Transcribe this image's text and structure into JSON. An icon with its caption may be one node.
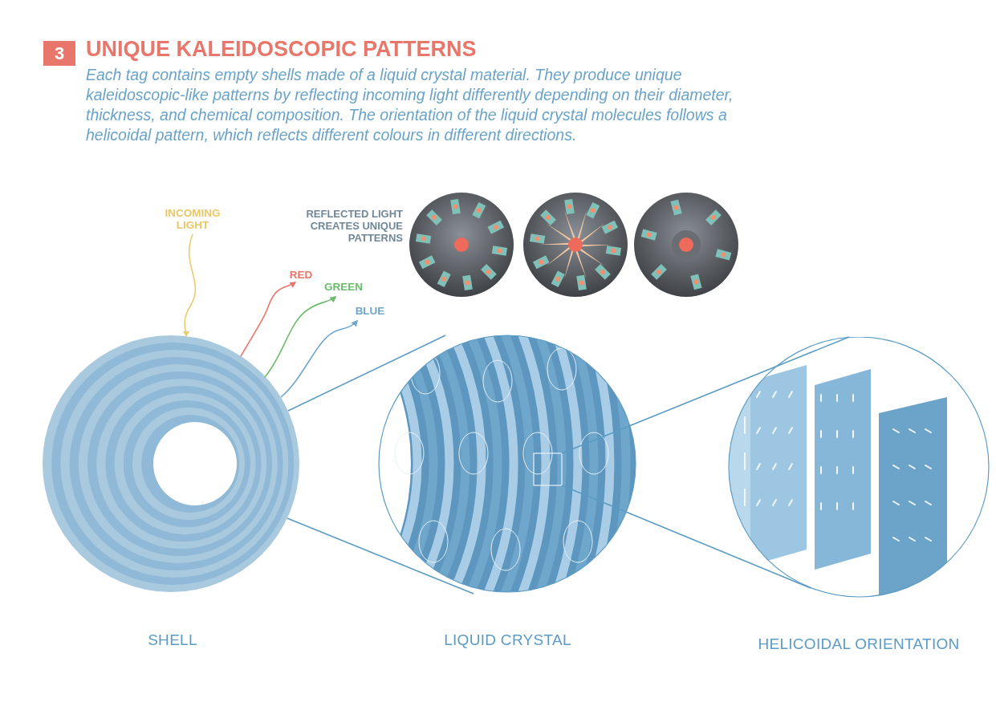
{
  "diagram": {
    "title": "UNIQUE KALEIDOSCOPIC PATTERNS",
    "nodes": [
      {
        "text": [
          "SHELL"
        ]
      },
      {
        "text": [
          "LIQUID CRYSTAL"
        ]
      },
      {
        "text": [
          "HELICOIDAL ORIENTATION"
        ]
      },
      {
        "text": [
          "INCOMING LIGHT"
        ]
      },
      {
        "text": [
          "RED"
        ]
      },
      {
        "text": [
          "GREEN"
        ]
      },
      {
        "text": [
          "BLUE"
        ]
      }
    ],
    "edges": [
      {
        "from": 3,
        "to": 0,
        "arrow": "to",
        "color": "#ebcb6e"
      },
      {
        "from": 0,
        "to": 4,
        "arrow": "to",
        "color": "#e8766a"
      },
      {
        "from": 0,
        "to": 5,
        "arrow": "to",
        "color": "#6cba6c"
      },
      {
        "from": 0,
        "to": 6,
        "arrow": "to",
        "color": "#6fa6cc"
      },
      {
        "from": 0,
        "to": 1,
        "arrow": "none"
      },
      {
        "from": 0,
        "to": 1,
        "arrow": "none"
      },
      {
        "from": 1,
        "to": 2,
        "arrow": "none"
      },
      {
        "from": 1,
        "to": 2,
        "arrow": "none"
      }
    ],
    "labels": [
      "3",
      "Each tag contains empty shells made of a liquid crystal material. They produce unique kaleidoscopic-like patterns by reflecting incoming light differently depending on their diameter, thickness, and chemical composition. The orientation of the liquid crystal molecules follows a helicoidal pattern, which reflects different colours in different directions.",
      "REFLECTED LIGHT CREATES UNIQUE PATTERNS"
    ]
  }
}
